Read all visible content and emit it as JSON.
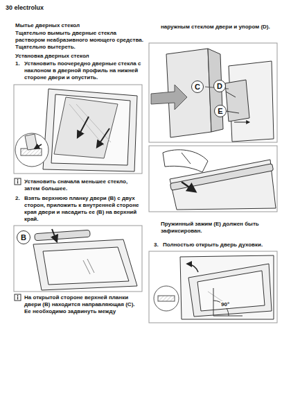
{
  "diagram": {
    "nodes": [
      {
        "text": [
          "B"
        ]
      },
      {
        "text": [
          "C"
        ]
      },
      {
        "text": [
          "D"
        ]
      },
      {
        "text": [
          "E"
        ]
      }
    ],
    "labels": [
      "30 electrolux",
      "Мытье дверных стекол",
      "Тщательно вымыть дверные стекла раствором неабразивного моющего средства. Тщательно вытереть.",
      "Установка дверных стекол",
      "1.",
      "Установить поочередно дверные стекла с наклоном в дверной профиль на нижней стороне двери и опустить.",
      "Установить сначала меньшее стекло, затем большее.",
      "2.",
      "Взять верхнюю планку двери (B) с двух сторон, приложить к внутренней стороне края двери и насадить ее (B) на верхний край.",
      "На открытой стороне верхней планки двери (B) находится направляющая (C). Ее необходимо задвинуть между",
      "наружным стеклом двери и упором (D).",
      "Пружинный зажим (E) должен быть зафиксирован.",
      "3.",
      "Полностью открыть дверь духовки.",
      "90°"
    ]
  }
}
